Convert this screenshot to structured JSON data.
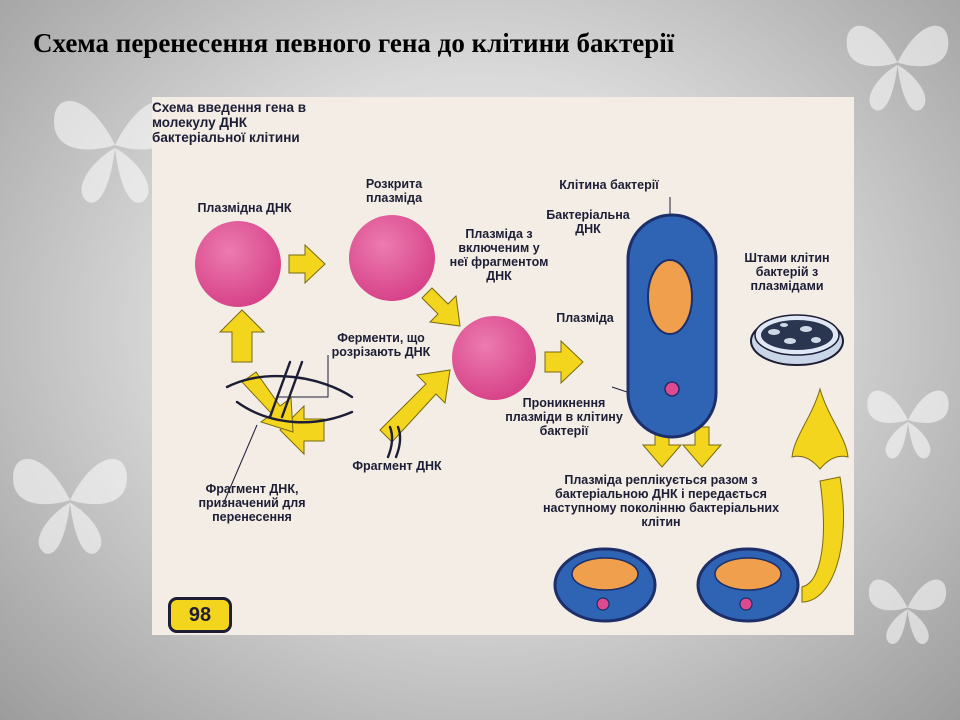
{
  "slide": {
    "title": "Схема перенесення певного гена до клітини бактерії"
  },
  "figure": {
    "heading": "Схема введення гена в молекулу ДНК бактеріальної клітини",
    "labels": {
      "plasmid_dna": "Плазмідна ДНК",
      "opened_plasmid": "Розкрита плазміда",
      "plasmid_with_fragment": "Плазміда з включеним у неї фрагментом ДНК",
      "enzymes": "Ферменти, що розрізають ДНК",
      "dna_fragment": "Фрагмент ДНК",
      "fragment_for_transfer": "Фрагмент ДНК, призначений для перенесення",
      "bacterial_cell": "Клітина бактерії",
      "bacterial_dna": "Бактеріальна ДНК",
      "plasmid": "Плазміда",
      "plasmid_penetration": "Проникнення плазміди в клітину бактерії",
      "strains": "Штами клітин бактерій з плазмідами",
      "replication": "Плазміда реплікується разом з бактеріальною ДНК і передається наступному поколінню бактеріальних клітин"
    },
    "page_number": "98"
  },
  "colors": {
    "plasmid": "#dd4a8f",
    "cell_blue": "#2f63b3",
    "nucleoid_orange": "#f0a04c",
    "arrow_yellow": "#f4d51e",
    "ink": "#1d1d35"
  }
}
